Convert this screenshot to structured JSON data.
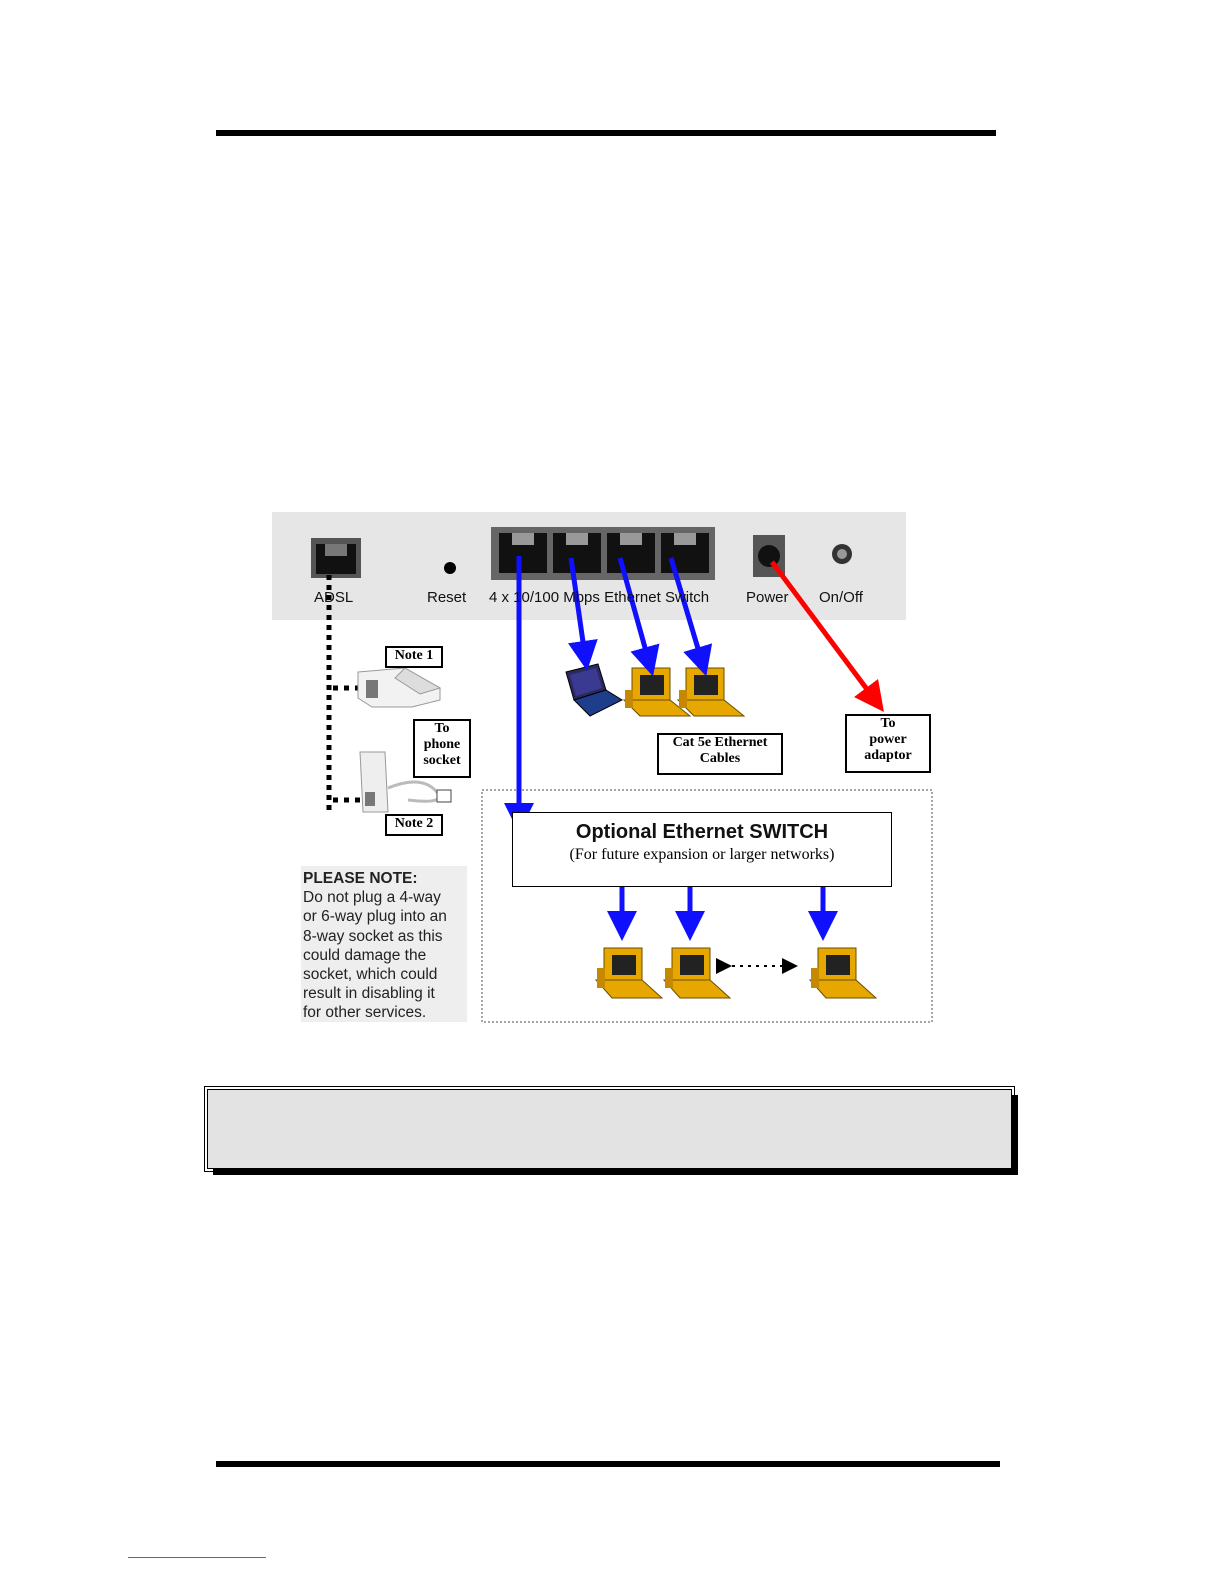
{
  "router_panel": {
    "port_labels": {
      "adsl": "ADSL",
      "reset": "Reset",
      "switch": "4 x 10/100 Mbps Ethernet Switch",
      "power": "Power",
      "onoff": "On/Off"
    }
  },
  "notes": {
    "note1": "Note 1",
    "note2": "Note 2",
    "to_phone_socket": [
      "To",
      "phone",
      "socket"
    ],
    "cat5e_cables": [
      "Cat 5e Ethernet",
      "Cables"
    ],
    "to_power_adaptor": [
      "To",
      "power",
      "adaptor"
    ]
  },
  "please_note": {
    "title": "PLEASE NOTE:",
    "lines": [
      "Do not plug a 4-way",
      "or 6-way plug into an",
      "8-way socket as this",
      "could damage the",
      "socket, which could",
      "result in disabling it",
      "for other services."
    ]
  },
  "optional_switch": {
    "title": "Optional Ethernet SWITCH",
    "subtitle": "(For future expansion or larger networks)"
  },
  "colors": {
    "ethernet_arrow": "#1010ff",
    "power_arrow": "#ff0000",
    "panel": "#e6e6e6",
    "computer": "#e6a800"
  },
  "icons": [
    "laptop-icon",
    "computer-icon",
    "phone-filter-icon",
    "phone-splitter-icon"
  ]
}
